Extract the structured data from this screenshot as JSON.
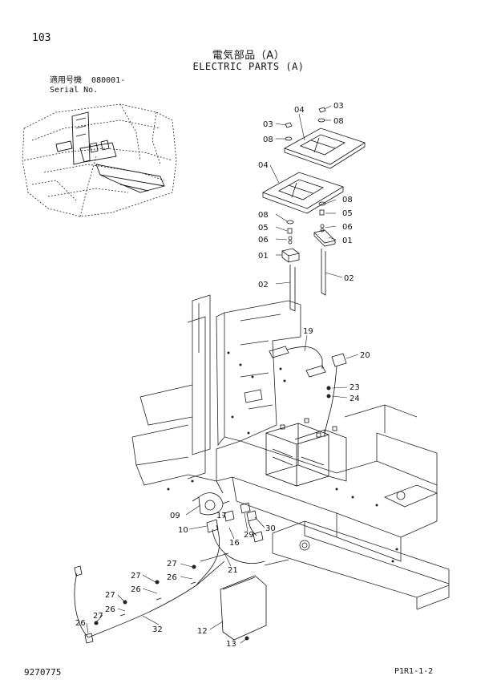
{
  "page": {
    "number": "103",
    "code": "9270775",
    "ref": "P1R1-1-2"
  },
  "title": {
    "ja": "電気部品（A）",
    "en": "ELECTRIC PARTS (A)"
  },
  "serial": {
    "label_ja": "適用号機",
    "value": "080001-",
    "label_en": "Serial No."
  },
  "callouts": {
    "p01a": "01",
    "p01b": "01",
    "p02a": "02",
    "p02b": "02",
    "p03a": "03",
    "p03b": "03",
    "p04a": "04",
    "p04b": "04",
    "p05a": "05",
    "p05b": "05",
    "p06a": "06",
    "p06b": "06",
    "p08a": "08",
    "p08b": "08",
    "p08c": "08",
    "p08d": "08",
    "p09": "09",
    "p10": "10",
    "p12": "12",
    "p13": "13",
    "p16": "16",
    "p17": "17",
    "p19": "19",
    "p20": "20",
    "p21": "21",
    "p23": "23",
    "p24": "24",
    "p26a": "26",
    "p26b": "26",
    "p26c": "26",
    "p26d": "26",
    "p27a": "27",
    "p27b": "27",
    "p27c": "27",
    "p27d": "27",
    "p29": "29",
    "p30": "30",
    "p32": "32"
  }
}
